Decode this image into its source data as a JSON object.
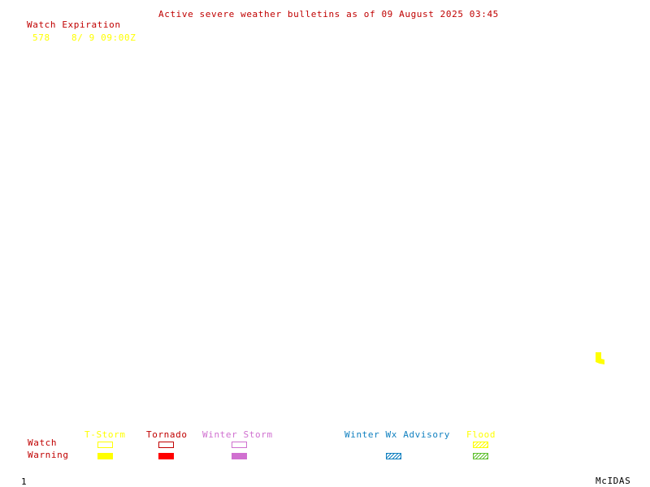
{
  "header": {
    "title": "Active severe weather bulletins as of 09 August 2025 03:45"
  },
  "watch_list": {
    "header": "Watch Expiration",
    "entries": [
      {
        "number": "578",
        "expiration": "8/ 9 09:00Z"
      }
    ]
  },
  "legend": {
    "columns": [
      {
        "label": "T-Storm",
        "color": "#ffff00"
      },
      {
        "label": "Tornado",
        "color": "#c00000"
      },
      {
        "label": "Winter Storm",
        "color": "#d070d0"
      },
      {
        "label": "Winter Wx Advisory",
        "color": "#1080c0"
      },
      {
        "label": "Flood",
        "color": "#ffff00"
      }
    ],
    "rows": {
      "watch": "Watch",
      "warning": "Warning"
    },
    "swatch_colors": {
      "tstorm_warning": "#ffff00",
      "tornado_warning": "#ff0000",
      "winter_storm_warning": "#d070d0",
      "winter_wx_advisory": "#1080c0",
      "flood_watch": "#ffff00",
      "flood_warning": "#60c030"
    }
  },
  "footer": {
    "frame_number": "1",
    "software": "McIDAS"
  },
  "map": {
    "active_area_color": "#ffff00"
  }
}
